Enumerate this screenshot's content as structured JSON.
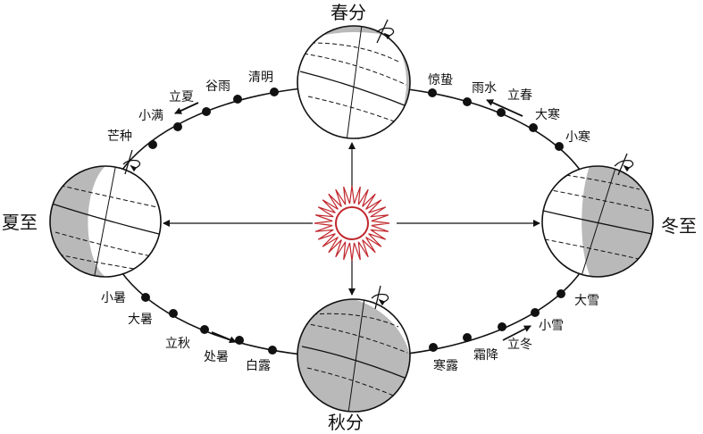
{
  "colors": {
    "line": "#111111",
    "shade": "#b9b9b9",
    "sun": "#c0282d",
    "background": "#ffffff"
  },
  "icons": {
    "sun": "sun-icon",
    "rotation": "rotation-arrow-icon",
    "direction": "direction-arrow-icon"
  },
  "seasons": {
    "spring_equinox": "春分",
    "summer_solstice": "夏至",
    "autumn_equinox": "秋分",
    "winter_solstice": "冬至"
  },
  "terms": {
    "qingming": "清明",
    "guyu": "谷雨",
    "lixia": "立夏",
    "xiaoman": "小满",
    "mangzhong": "芒种",
    "jingzhe": "惊蛰",
    "yushui": "雨水",
    "lichun": "立春",
    "dahan": "大寒",
    "xiaohan": "小寒",
    "xiaoshu": "小暑",
    "dashu": "大暑",
    "liqiu": "立秋",
    "chushu": "处暑",
    "bailu": "白露",
    "hanlu": "寒露",
    "shuangjiang": "霜降",
    "lidong": "立冬",
    "xiaoxue": "小雪",
    "daxue": "大雪"
  }
}
